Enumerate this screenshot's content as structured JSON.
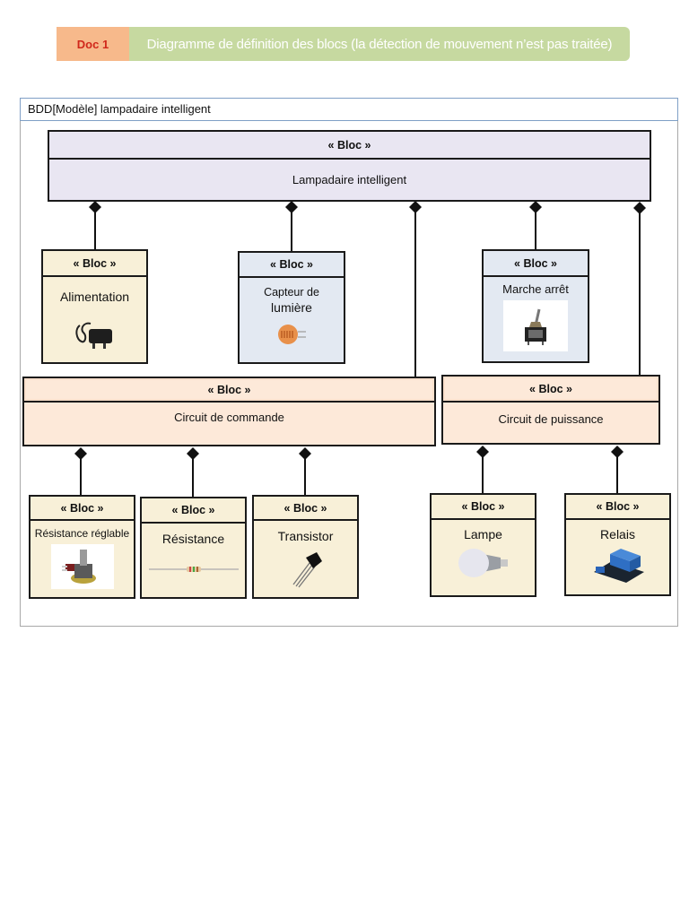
{
  "header": {
    "doc_label": "Doc 1",
    "title": "Diagramme de définition des blocs (la détection de mouvement n’est pas traitée)",
    "colors": {
      "doc_bg": "#f7b98b",
      "doc_text": "#d0281b",
      "title_bg": "#c6d9a0",
      "title_text": "#ffffff"
    }
  },
  "diagram": {
    "frame_title": "BDD[Modèle] lampadaire intelligent",
    "stereotype": "« Bloc »",
    "root": {
      "name": "Lampadaire intelligent"
    },
    "level1": [
      {
        "name": "Alimentation",
        "icon": "power-adapter-icon"
      },
      {
        "name": "Capteur de",
        "name2": "lumière",
        "icon": "photoresistor-icon"
      },
      {
        "name": "Marche arrêt",
        "icon": "toggle-switch-icon"
      }
    ],
    "circuits": [
      {
        "name": "Circuit de commande",
        "stereotype": "« Bloc »"
      },
      {
        "name": "Circuit de puissance",
        "stereotype": "« Bloc  »"
      }
    ],
    "components": [
      {
        "name": "Résistance réglable",
        "icon": "potentiometer-icon",
        "parent": "Circuit de commande"
      },
      {
        "name": "Résistance",
        "icon": "resistor-icon",
        "parent": "Circuit de commande"
      },
      {
        "name": "Transistor",
        "icon": "transistor-icon",
        "parent": "Circuit de commande"
      },
      {
        "name": "Lampe",
        "icon": "led-bulb-icon",
        "parent": "Circuit de puissance"
      },
      {
        "name": "Relais",
        "icon": "relay-module-icon",
        "parent": "Circuit de puissance"
      }
    ],
    "relation": "composition"
  }
}
